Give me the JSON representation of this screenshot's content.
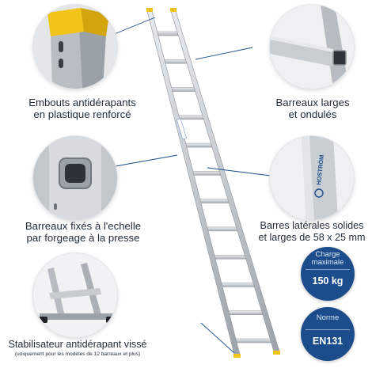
{
  "features": {
    "end_caps": {
      "line1": "Embouts antidérapants",
      "line2": "en plastique renforcé"
    },
    "wide_rungs": {
      "line1": "Barreaux larges",
      "line2": "et ondulés"
    },
    "fixed_rungs": {
      "line1": "Barreaux fixés à l'echelle",
      "line2": "par forgeage à la presse"
    },
    "side_rails": {
      "line1": "Barres latérales solides",
      "line2": "et larges de 58 x 25 mm"
    },
    "stabilizer": {
      "title": "Stabilisateur antidérapant vissé",
      "note": "(uniquement pour les modèles de 12 barreaux et plus)"
    }
  },
  "badges": {
    "max_load": {
      "label": "Charge maximale",
      "value": "150 kg"
    },
    "standard": {
      "label": "Norme",
      "value": "EN131"
    }
  },
  "brand": "HOSTRÖM",
  "colors": {
    "badge_blue": "#1b4d8c",
    "cap_yellow": "#f2c318",
    "aluminum": "#c9cdd2"
  }
}
